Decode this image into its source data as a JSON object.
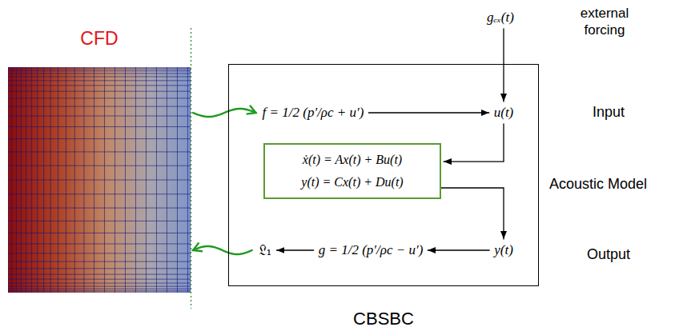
{
  "diagram": {
    "nodes": [
      {
        "text": [
          "CFD"
        ]
      },
      {
        "text": [
          "CBSBC"
        ]
      },
      {
        "text": [
          "gₑₓ(t)"
        ]
      },
      {
        "text": [
          "f = 1/2 (p′/ρc + u′)"
        ],
        "in": 1
      },
      {
        "text": [
          "u(t)"
        ],
        "in": 1
      },
      {
        "text": [
          "ẋ(t) = Ax(t) + Bu(t)",
          "y(t) = Cx(t) + Du(t)"
        ],
        "in": 1
      },
      {
        "text": [
          "y(t)"
        ],
        "in": 1
      },
      {
        "text": [
          "g = 1/2 (p′/ρc − u′)"
        ],
        "in": 1
      },
      {
        "text": [
          "𝔏₁"
        ],
        "in": 1
      }
    ],
    "edges": [
      {
        "from": 2,
        "to": 4,
        "arrow": "to"
      },
      {
        "from": 3,
        "to": 4,
        "arrow": "to"
      },
      {
        "from": 4,
        "to": 5,
        "arrow": "to"
      },
      {
        "from": 5,
        "to": 6,
        "arrow": "to"
      },
      {
        "from": 6,
        "to": 7,
        "arrow": "to"
      },
      {
        "from": 7,
        "to": 8,
        "arrow": "to"
      },
      {
        "from": 0,
        "to": 3,
        "arrow": "to"
      },
      {
        "from": 8,
        "to": 0,
        "arrow": "to"
      }
    ],
    "labels": [
      "external forcing",
      "Input",
      "Acoustic Model",
      "Output"
    ]
  }
}
